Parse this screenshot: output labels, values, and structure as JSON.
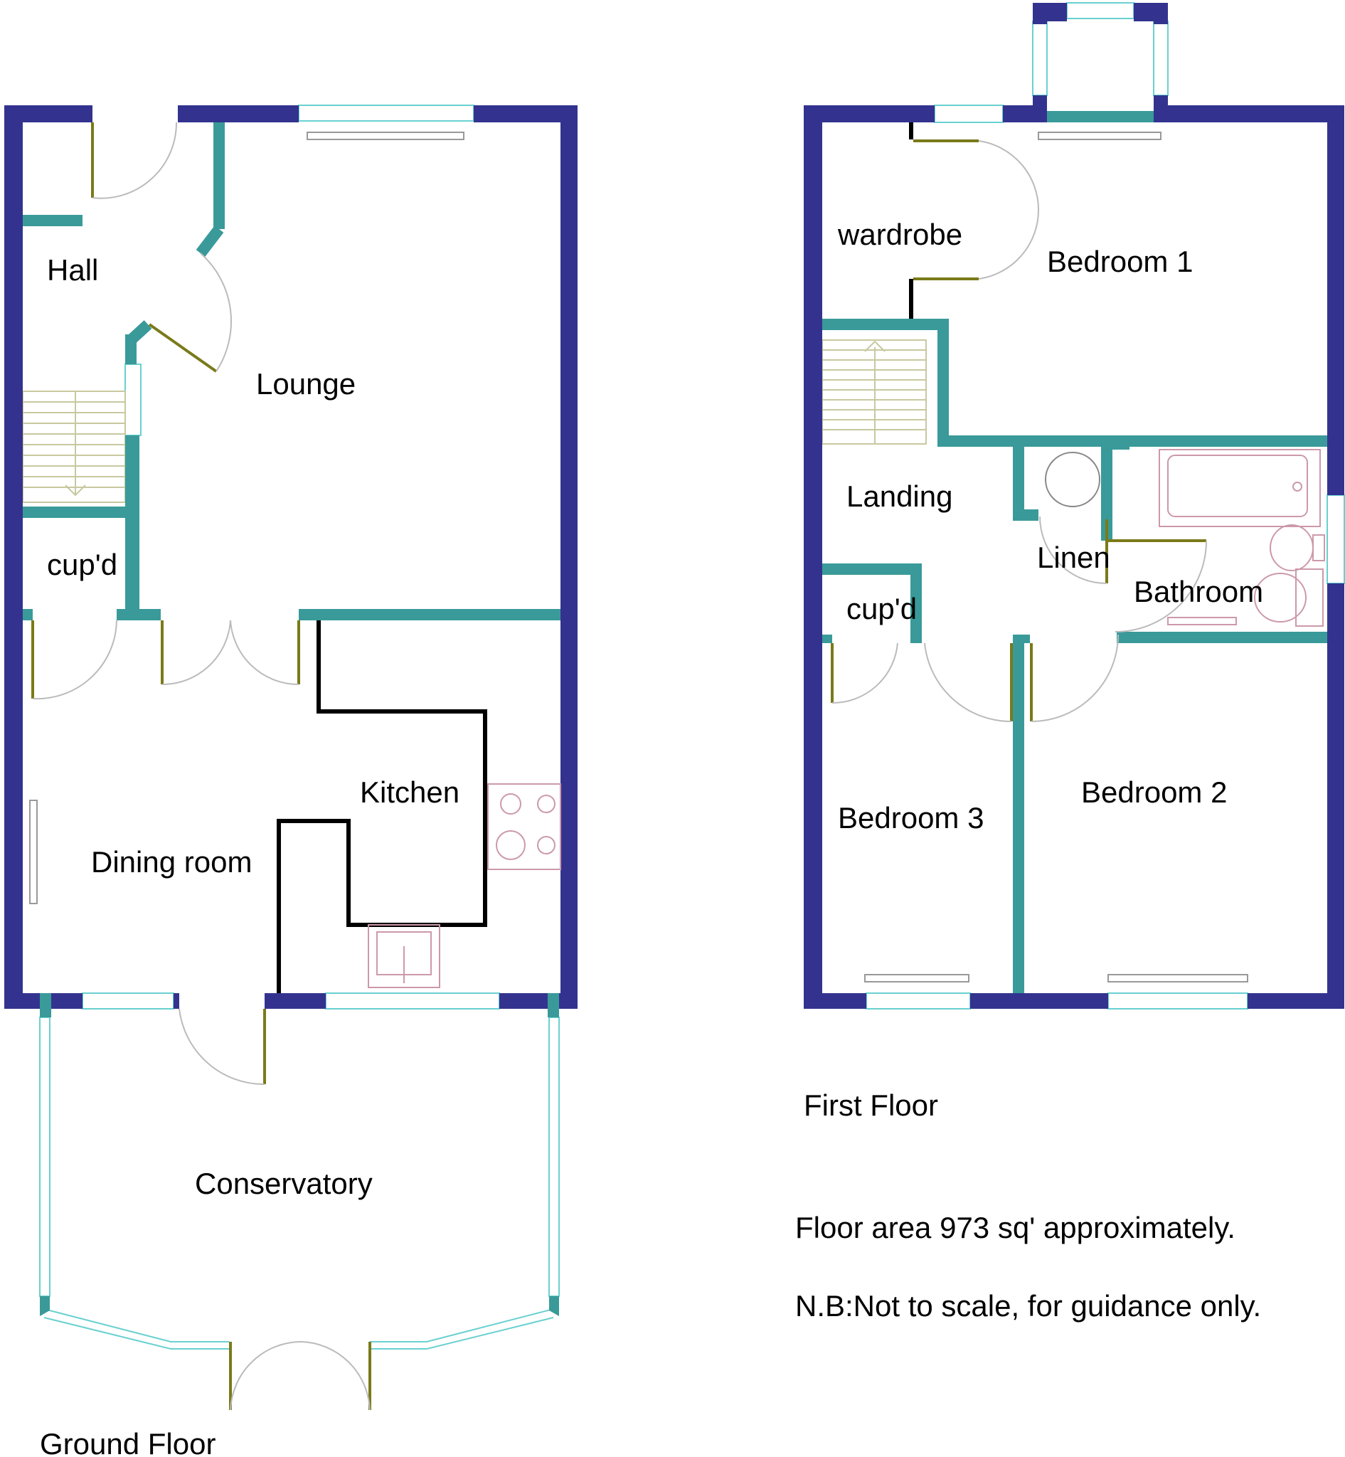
{
  "colors": {
    "exterior_wall": "#33338f",
    "interior_wall": "#3a9a9a",
    "door_leaf": "#7a7a1a",
    "window": "#6ad0d0",
    "fixture": "#cc99aa",
    "kitchen_counter": "#000000",
    "stairs": "#c8c8a0"
  },
  "ground_floor": {
    "title": "Ground Floor",
    "rooms": {
      "hall": "Hall",
      "lounge": "Lounge",
      "cupboard": "cup'd",
      "kitchen": "Kitchen",
      "dining": "Dining room",
      "conservatory": "Conservatory"
    }
  },
  "first_floor": {
    "title": "First Floor",
    "rooms": {
      "wardrobe": "wardrobe",
      "bedroom1": "Bedroom 1",
      "landing": "Landing",
      "linen": "Linen",
      "bathroom": "Bathroom",
      "cupboard": "cup'd",
      "bedroom3": "Bedroom 3",
      "bedroom2": "Bedroom 2"
    }
  },
  "notes": {
    "floor_area": "Floor area 973 sq' approximately.",
    "disclaimer": "N.B:Not to scale, for guidance only."
  }
}
